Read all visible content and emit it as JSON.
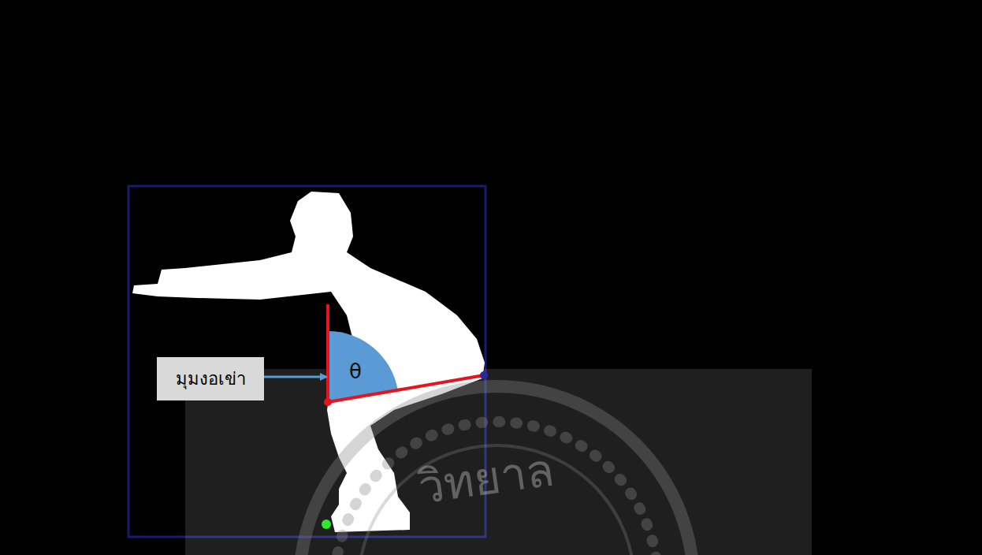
{
  "diagram": {
    "nodes": [
      {
        "text": [
          "มุมงอเข่า"
        ]
      }
    ],
    "labels": [
      "θ",
      "วิทยาล"
    ]
  }
}
